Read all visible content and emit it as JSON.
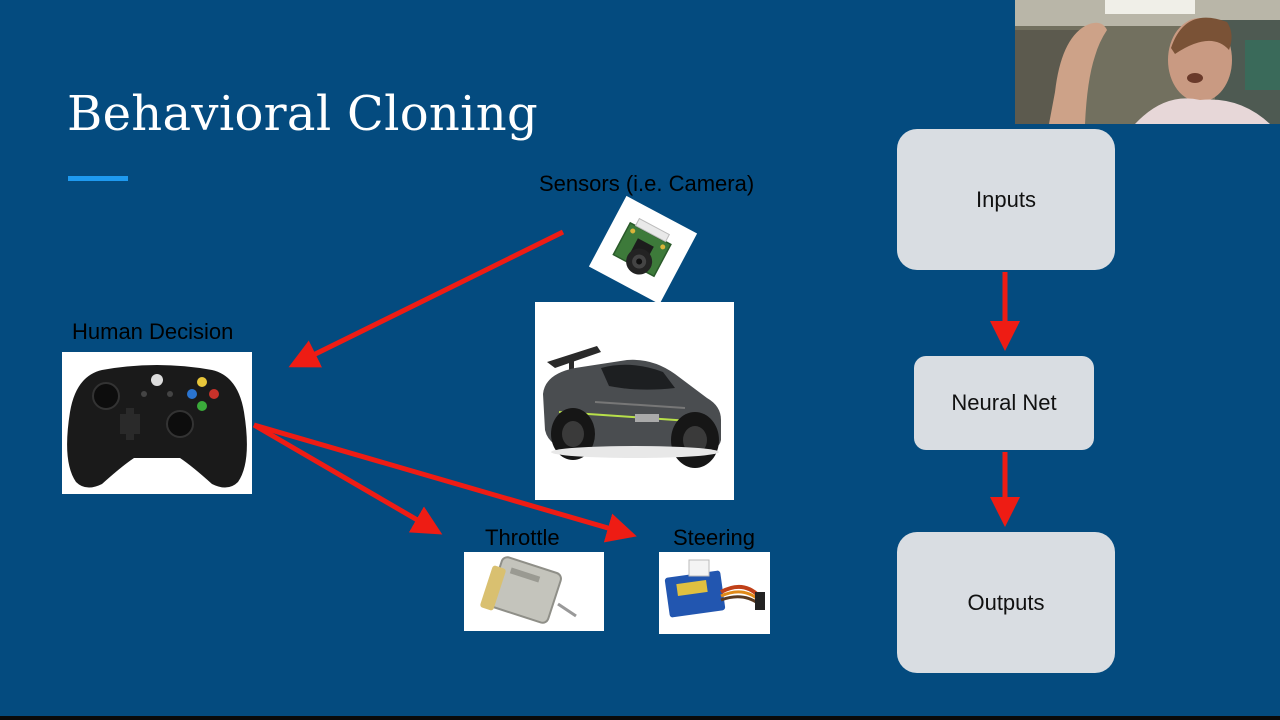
{
  "slide": {
    "title": "Behavioral Cloning",
    "labels": {
      "sensors": "Sensors (i.e. Camera)",
      "human_decision": "Human Decision",
      "throttle": "Throttle",
      "steering": "Steering"
    },
    "flow": {
      "inputs": "Inputs",
      "neural_net": "Neural Net",
      "outputs": "Outputs"
    }
  },
  "colors": {
    "background": "#044b7f",
    "arrow": "#ee1c14",
    "flow_box": "#d9dde2",
    "underline": "#1e9af0"
  },
  "images": [
    "camera-module-image",
    "rc-car-image",
    "game-controller-image",
    "dc-motor-image",
    "servo-motor-image",
    "webcam-feed"
  ]
}
